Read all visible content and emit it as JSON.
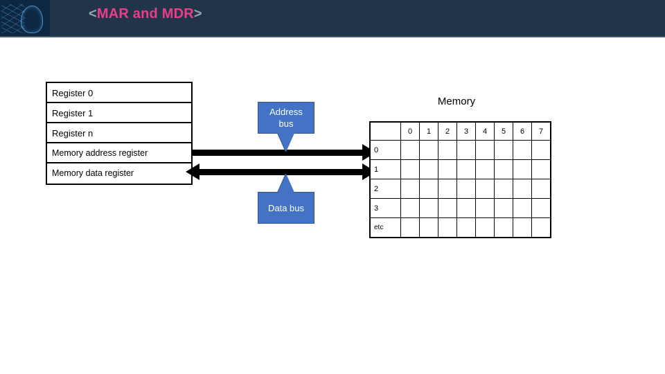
{
  "header": {
    "logo_icon": "neural-network-head-icon",
    "title_open_bracket": "<",
    "title": "MAR and MDR",
    "title_close_bracket": ">",
    "background_color": "#223548",
    "title_color": "#e83e8c",
    "bracket_color": "#9aa3ad"
  },
  "registers": {
    "rows": [
      {
        "label": "Register 0"
      },
      {
        "label": "Register 1"
      },
      {
        "label": "Register n"
      },
      {
        "label": "Memory address register"
      },
      {
        "label": "Memory data register"
      }
    ]
  },
  "buses": {
    "address": {
      "label_line1": "Address",
      "label_line2": "bus",
      "color": "#4472c4",
      "arrow_direction": "right"
    },
    "data": {
      "label_line1": "Data bus",
      "label_line2": "",
      "color": "#4472c4",
      "arrow_direction": "both"
    }
  },
  "memory": {
    "title": "Memory",
    "corner_label": "",
    "column_headers": [
      "0",
      "1",
      "2",
      "3",
      "4",
      "5",
      "6",
      "7"
    ],
    "row_headers": [
      "0",
      "1",
      "2",
      "3",
      "etc"
    ],
    "cells": [
      [
        "",
        "",
        "",
        "",
        "",
        "",
        "",
        ""
      ],
      [
        "",
        "",
        "",
        "",
        "",
        "",
        "",
        ""
      ],
      [
        "",
        "",
        "",
        "",
        "",
        "",
        "",
        ""
      ],
      [
        "",
        "",
        "",
        "",
        "",
        "",
        "",
        ""
      ],
      [
        "",
        "",
        "",
        "",
        "",
        "",
        "",
        ""
      ]
    ]
  }
}
